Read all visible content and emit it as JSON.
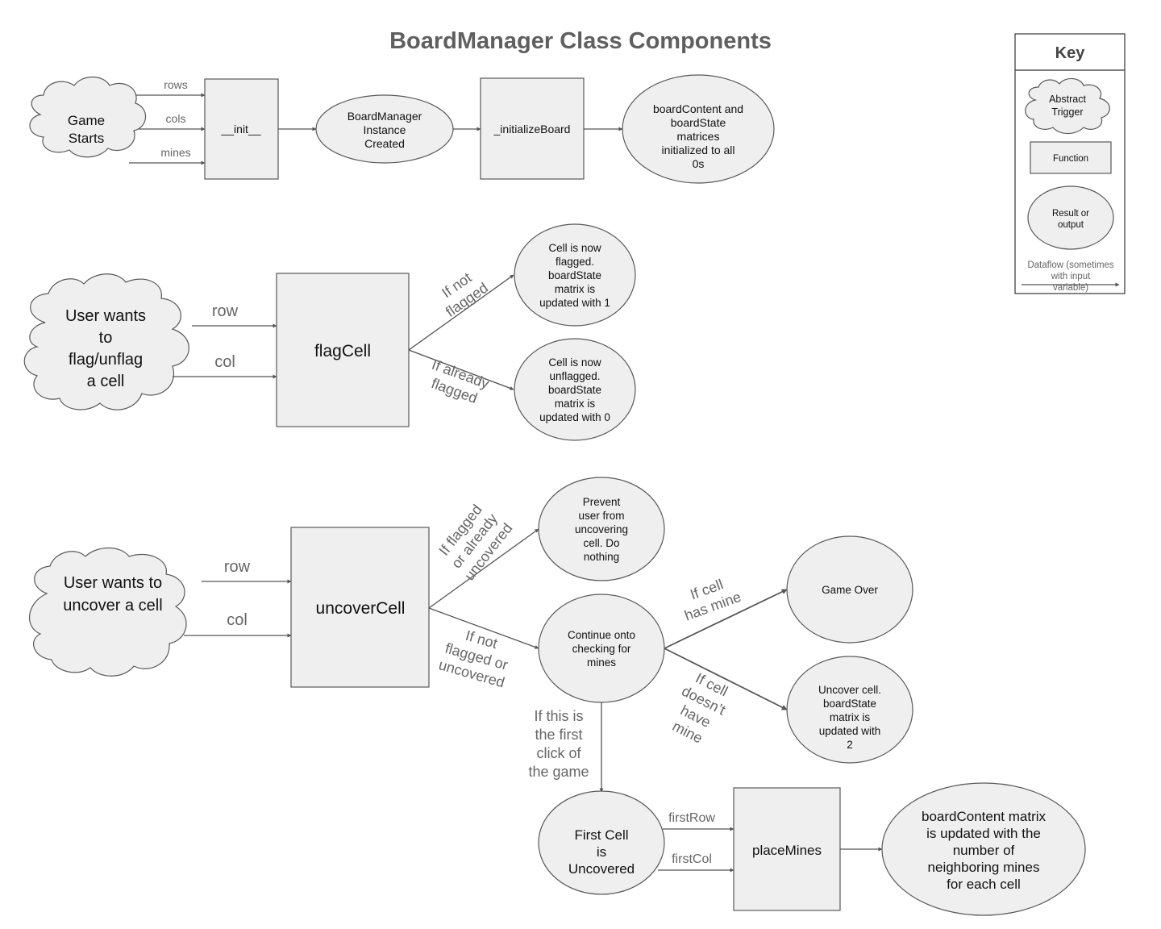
{
  "title": "BoardManager Class Components",
  "row1": {
    "trigger": "Game Starts",
    "inputs": [
      "rows",
      "cols",
      "mines"
    ],
    "init_fn": "__init__",
    "instance": "BoardManager Instance Created",
    "init_board_fn": "_initializeBoard",
    "matrices": "boardContent and boardState matrices initialized to all 0s"
  },
  "row2": {
    "trigger": "User wants to flag/unflag a cell",
    "inputs": [
      "row",
      "col"
    ],
    "fn": "flagCell",
    "cond_not_flagged": "If not flagged",
    "cond_already_flagged": "If already flagged",
    "result_flagged": "Cell is now flagged. boardState matrix is updated with 1",
    "result_unflagged": "Cell is now unflagged. boardState matrix is updated with 0"
  },
  "row3": {
    "trigger": "User wants to uncover a cell",
    "inputs": [
      "row",
      "col"
    ],
    "fn": "uncoverCell",
    "cond_flagged": "If flagged or already uncovered",
    "cond_not_flagged": "If not flagged or uncovered",
    "result_prevent": "Prevent user from uncovering cell. Do nothing",
    "result_continue": "Continue onto checking for mines",
    "cond_has_mine": "If cell has mine",
    "cond_no_mine": "If cell doesn’t have mine",
    "result_game_over": "Game Over",
    "result_uncover": "Uncover cell. boardState matrix is updated with 2",
    "cond_first_click": "If this is the first click of the game",
    "result_first_cell": "First Cell is Uncovered",
    "first_inputs": [
      "firstRow",
      "firstCol"
    ],
    "place_fn": "placeMines",
    "result_board_content": "boardContent matrix is updated with the number of neighboring mines for each cell"
  },
  "key": {
    "title": "Key",
    "trigger": "Abstract Trigger",
    "function": "Function",
    "result": "Result or output",
    "dataflow": "Dataflow (sometimes with input variable)"
  }
}
